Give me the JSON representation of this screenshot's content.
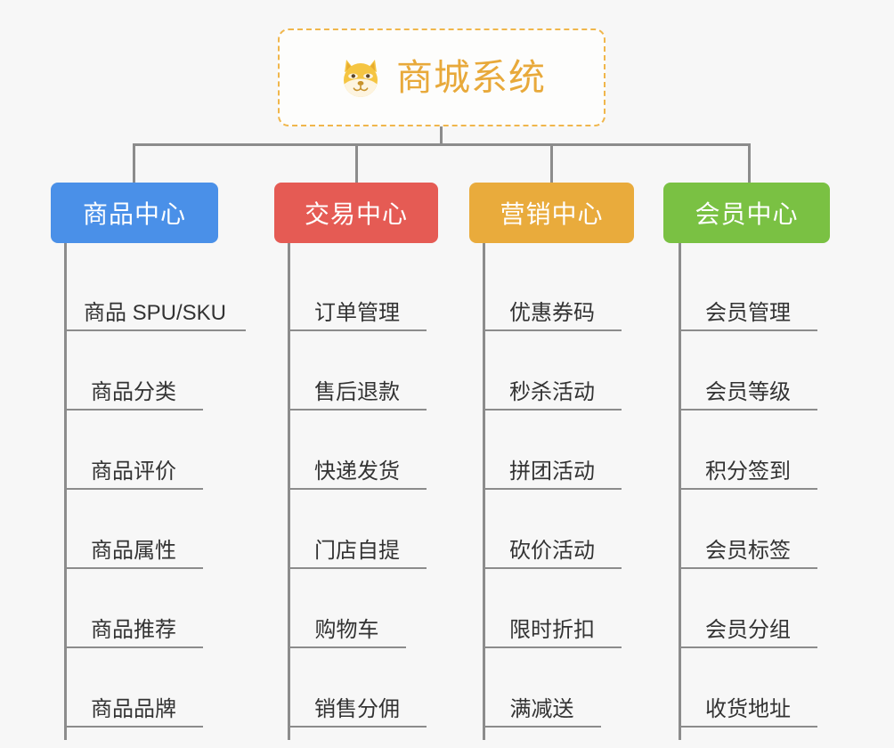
{
  "background": "#f7f7f7",
  "root": {
    "icon": "shiba-dog-face-emoji",
    "title": "商城系统",
    "color": "#e8a93a",
    "border_color": "#f0b64b"
  },
  "connector_color": "#8c8c8c",
  "columns": [
    {
      "key": "product-center",
      "title": "商品中心",
      "color": "#4a90e8",
      "items": [
        "商品 SPU/SKU",
        "商品分类",
        "商品评价",
        "商品属性",
        "商品推荐",
        "商品品牌"
      ]
    },
    {
      "key": "trade-center",
      "title": "交易中心",
      "color": "#e55b54",
      "items": [
        "订单管理",
        "售后退款",
        "快递发货",
        "门店自提",
        "购物车",
        "销售分佣"
      ]
    },
    {
      "key": "marketing-center",
      "title": "营销中心",
      "color": "#e9ab3c",
      "items": [
        "优惠券码",
        "秒杀活动",
        "拼团活动",
        "砍价活动",
        "限时折扣",
        "满减送"
      ]
    },
    {
      "key": "member-center",
      "title": "会员中心",
      "color": "#7ac143",
      "items": [
        "会员管理",
        "会员等级",
        "积分签到",
        "会员标签",
        "会员分组",
        "收货地址"
      ]
    }
  ]
}
